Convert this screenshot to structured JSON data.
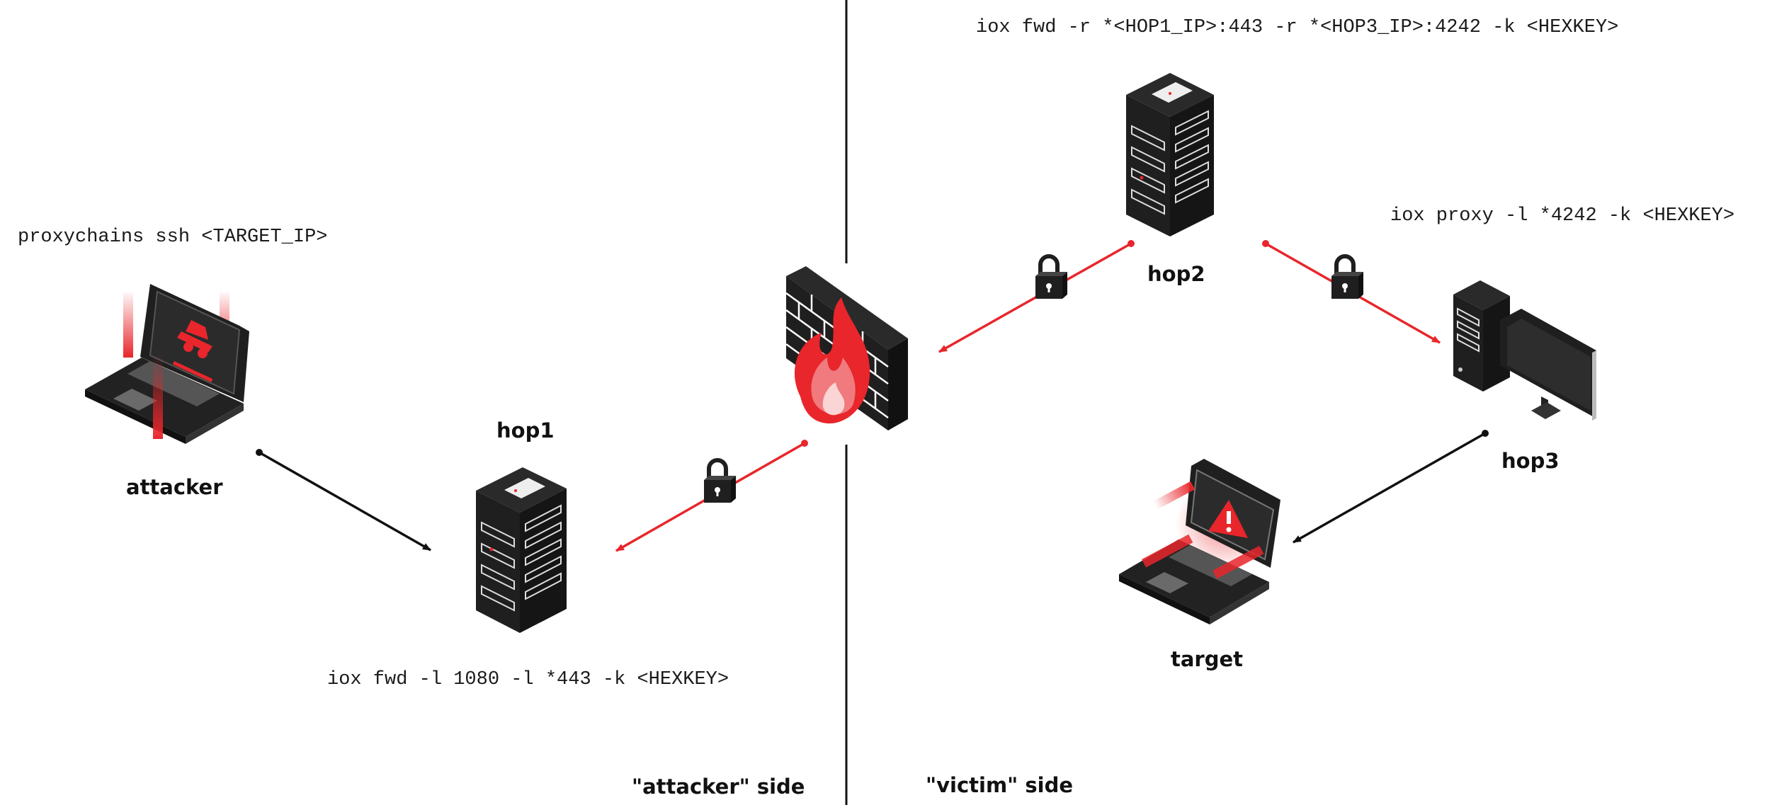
{
  "commands": {
    "attacker": "proxychains ssh <TARGET_IP>",
    "hop1": "iox fwd -l 1080 -l *443 -k <HEXKEY>",
    "hop2": "iox fwd -r *<HOP1_IP>:443 -r *<HOP3_IP>:4242 -k <HEXKEY>",
    "hop3": "iox proxy -l *4242 -k <HEXKEY>"
  },
  "nodes": {
    "attacker": "attacker",
    "hop1": "hop1",
    "hop2": "hop2",
    "hop3": "hop3",
    "target": "target"
  },
  "sides": {
    "attacker": "\"attacker\" side",
    "victim": "\"victim\" side"
  },
  "colors": {
    "encrypted_link": "#e8262b",
    "plain_link": "#111111",
    "device_body": "#1f1f1f",
    "accent": "#e8262b"
  },
  "icons": [
    "laptop-hacker-icon",
    "server-icon",
    "firewall-icon",
    "lock-icon",
    "desktop-computer-icon",
    "laptop-alert-icon"
  ]
}
